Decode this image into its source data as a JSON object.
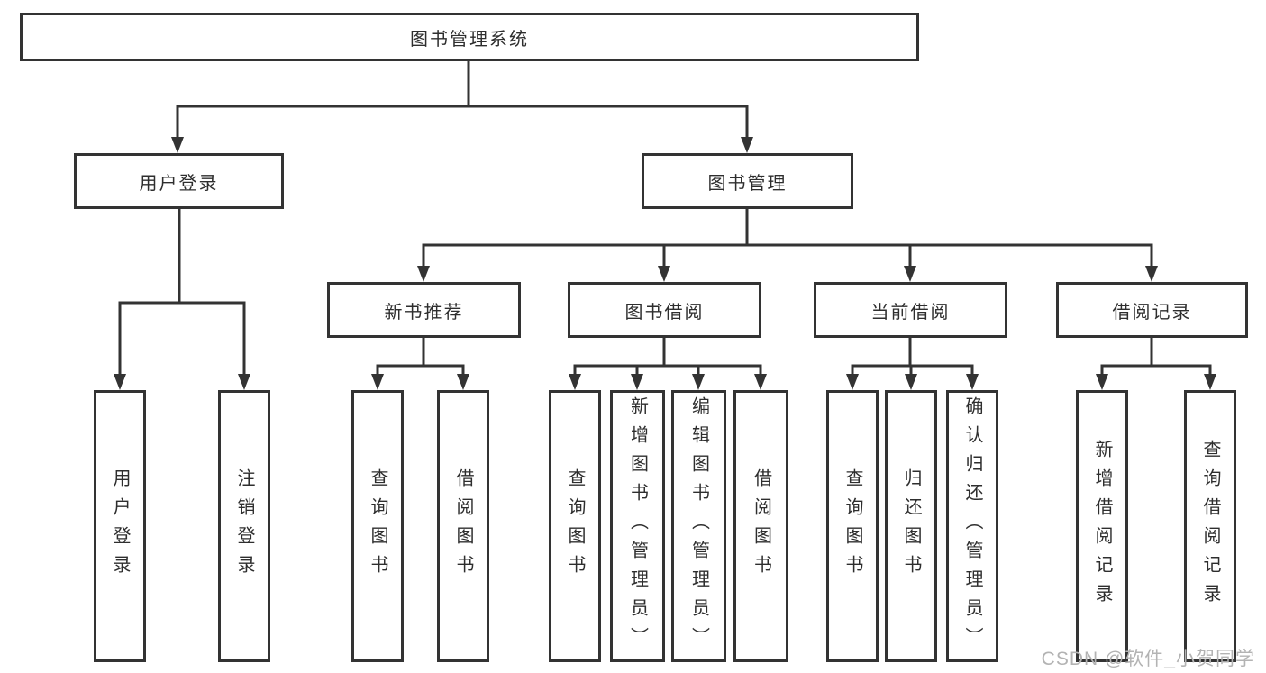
{
  "nodes": {
    "root": "图书管理系统",
    "user_login": "用户登录",
    "book_management": "图书管理",
    "new_book_recommend": "新书推荐",
    "book_borrow": "图书借阅",
    "current_borrow": "当前借阅",
    "borrow_record": "借阅记录",
    "leaf_user_login": "用户登录",
    "leaf_logout_login": "注销登录",
    "leaf_query_book_a": "查询图书",
    "leaf_borrow_book_a": "借阅图书",
    "leaf_query_book_b": "查询图书",
    "leaf_add_book_admin": "新增图书（管理员）",
    "leaf_edit_book_admin": "编辑图书（管理员）",
    "leaf_borrow_book_b": "借阅图书",
    "leaf_query_book_c": "查询图书",
    "leaf_return_book": "归还图书",
    "leaf_confirm_return_admin": "确认归还（管理员）",
    "leaf_add_borrow_record": "新增借阅记录",
    "leaf_query_borrow_record": "查询借阅记录"
  },
  "watermark": "CSDN @软件_小贺同学",
  "colors": {
    "line": "#333333",
    "text": "#2e2e2e",
    "watermark": "#b3b3b3",
    "background": "#ffffff"
  }
}
